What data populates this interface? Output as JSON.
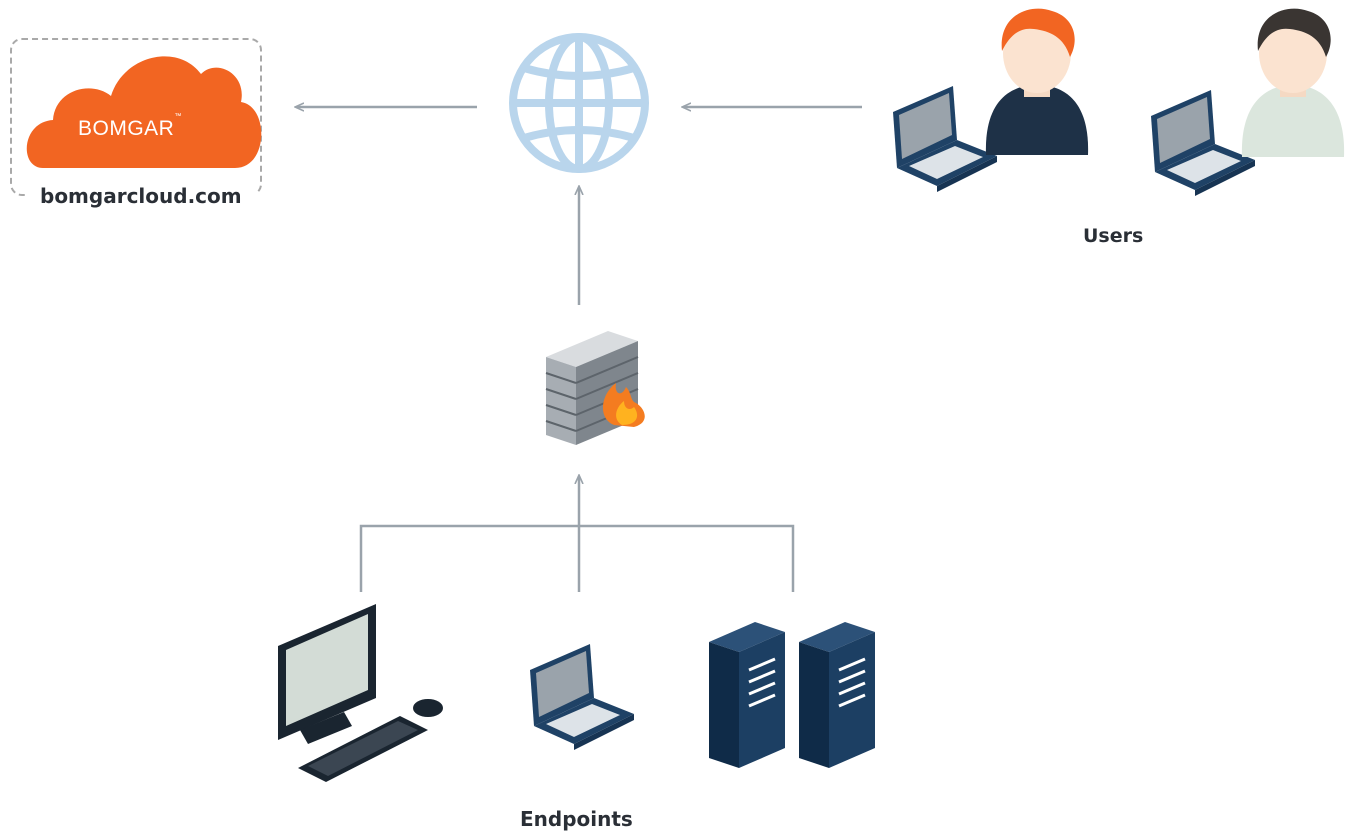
{
  "cloud": {
    "brand_text": "BOMGAR",
    "trademark": "™",
    "domain": "bomgarcloud.com",
    "brand_color": "#f26522"
  },
  "globe": {
    "icon": "globe-icon",
    "color": "#b9d5ec"
  },
  "firewall": {
    "icon": "firewall-icon"
  },
  "users": {
    "label": "Users",
    "icons": [
      "laptop-icon",
      "user-avatar-icon",
      "laptop-icon",
      "user-avatar-icon"
    ]
  },
  "endpoints": {
    "label": "Endpoints",
    "icons": [
      "desktop-computer-icon",
      "laptop-icon",
      "server-icon",
      "server-icon"
    ]
  },
  "connector_color": "#9aa3ab"
}
